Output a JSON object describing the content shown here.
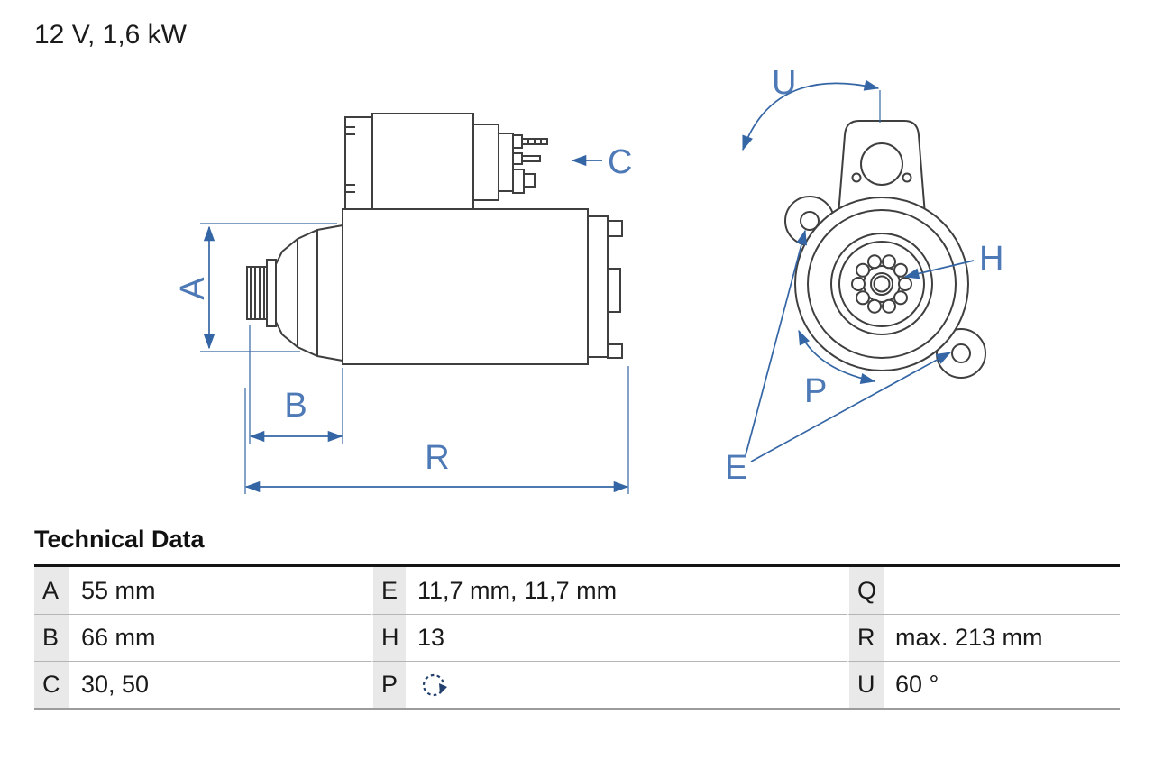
{
  "page": {
    "title": "12 V, 1,6 kW"
  },
  "colors": {
    "drawing_line": "#3f3f3f",
    "dimension_blue": "#3465a4",
    "dimension_label_blue": "#4d79b6",
    "table_label_bg": "#e9e9e9"
  },
  "diagram": {
    "labels": {
      "A": "A",
      "B": "B",
      "C": "C",
      "R": "R",
      "U": "U",
      "H": "H",
      "P": "P",
      "E": "E"
    }
  },
  "table": {
    "heading": "Technical Data",
    "rows": [
      [
        {
          "label": "A",
          "value": "55 mm"
        },
        {
          "label": "E",
          "value": "11,7 mm, 11,7 mm"
        },
        {
          "label": "Q",
          "value": ""
        }
      ],
      [
        {
          "label": "B",
          "value": "66 mm"
        },
        {
          "label": "H",
          "value": "13"
        },
        {
          "label": "R",
          "value": "max. 213 mm"
        }
      ],
      [
        {
          "label": "C",
          "value": "30, 50"
        },
        {
          "label": "P",
          "value": "",
          "icon": "rotation-direction-icon"
        },
        {
          "label": "U",
          "value": "60 °"
        }
      ]
    ]
  }
}
